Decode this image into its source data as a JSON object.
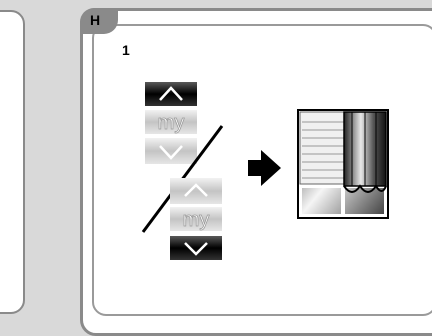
{
  "panel": {
    "tab_label": "H",
    "step_number": "1"
  },
  "remote_top": {
    "up_active": true,
    "my_label": "my",
    "down_active": false
  },
  "remote_bottom": {
    "up_active": false,
    "my_label": "my",
    "down_active": true
  },
  "colors": {
    "frame": "#8a8a8a",
    "active_btn": "#111111",
    "inactive_btn": "#c8c8c8"
  }
}
